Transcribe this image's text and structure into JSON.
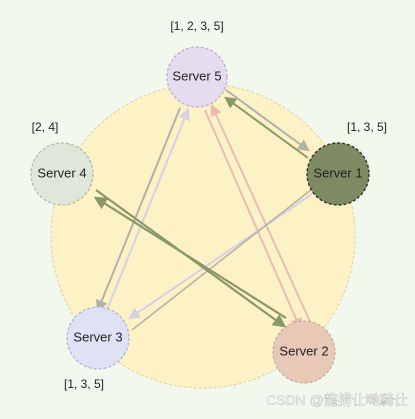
{
  "nodes": [
    {
      "id": "s5",
      "label": "Server 5",
      "set": "[1, 2, 3, 5]",
      "fill": "#e6dcef",
      "stroke": "#b9aac9"
    },
    {
      "id": "s4",
      "label": "Server 4",
      "set": "[2, 4]",
      "fill": "#dfe8d8",
      "stroke": "#a9b8a0"
    },
    {
      "id": "s1",
      "label": "Server 1",
      "set": "[1, 3, 5]",
      "fill": "#7e8a62",
      "stroke": "#2f3523"
    },
    {
      "id": "s3",
      "label": "Server 3",
      "set": "[1, 3, 5]",
      "fill": "#dfe1f4",
      "stroke": "#aeb2d6"
    },
    {
      "id": "s2",
      "label": "Server 2",
      "set": "",
      "fill": "#e8c8b6",
      "stroke": "#c9a996"
    }
  ],
  "watermark": "CSDN @龍揹仩哋騎仕",
  "colors": {
    "ring_fill": "#fdf1c6",
    "ring_stroke": "#e4d6a7",
    "edge_gray": "#b2b2a6",
    "edge_olive": "#8a9868",
    "edge_pink": "#e7bdb2",
    "edge_lavender": "#d6d2e2"
  }
}
